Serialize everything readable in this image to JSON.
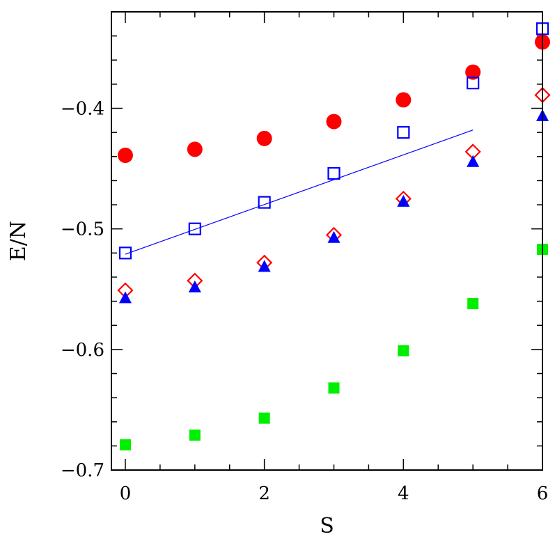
{
  "chart_data": {
    "type": "scatter",
    "title": "",
    "xlabel": "S",
    "ylabel": "E/N",
    "xlim": [
      -0.2,
      6.0
    ],
    "ylim": [
      -0.7,
      -0.32
    ],
    "xticks": [
      0,
      2,
      4,
      6
    ],
    "xtick_labels": [
      "0",
      "2",
      "4",
      "6"
    ],
    "yticks": [
      -0.4,
      -0.5,
      -0.6,
      -0.7
    ],
    "ytick_labels": [
      "−0.4",
      "−0.5",
      "−0.6",
      "−0.7"
    ],
    "grid": false,
    "series": [
      {
        "marker": "filled-circle",
        "color": "#ff0000",
        "x": [
          0,
          1,
          2,
          3,
          4,
          5,
          6
        ],
        "y": [
          -0.439,
          -0.434,
          -0.425,
          -0.411,
          -0.393,
          -0.37,
          -0.345
        ]
      },
      {
        "marker": "open-square",
        "color": "#0000ff",
        "x": [
          0,
          1,
          2,
          3,
          4,
          5,
          6
        ],
        "y": [
          -0.52,
          -0.5,
          -0.478,
          -0.454,
          -0.42,
          -0.379,
          -0.334
        ]
      },
      {
        "marker": "open-diamond",
        "color": "#ff0000",
        "x": [
          0,
          1,
          2,
          3,
          4,
          5,
          6
        ],
        "y": [
          -0.551,
          -0.543,
          -0.528,
          -0.505,
          -0.475,
          -0.436,
          -0.389
        ]
      },
      {
        "marker": "filled-triangle",
        "color": "#0000ff",
        "x": [
          0,
          1,
          2,
          3,
          4,
          5,
          6
        ],
        "y": [
          -0.557,
          -0.548,
          -0.531,
          -0.507,
          -0.477,
          -0.444,
          -0.406
        ]
      },
      {
        "marker": "filled-square",
        "color": "#00ee00",
        "x": [
          0,
          1,
          2,
          3,
          4,
          5,
          6
        ],
        "y": [
          -0.679,
          -0.671,
          -0.657,
          -0.632,
          -0.601,
          -0.562,
          -0.517
        ]
      }
    ],
    "fit_line": {
      "color": "#0000ff",
      "x": [
        0,
        5
      ],
      "y": [
        -0.521,
        -0.418
      ]
    }
  }
}
